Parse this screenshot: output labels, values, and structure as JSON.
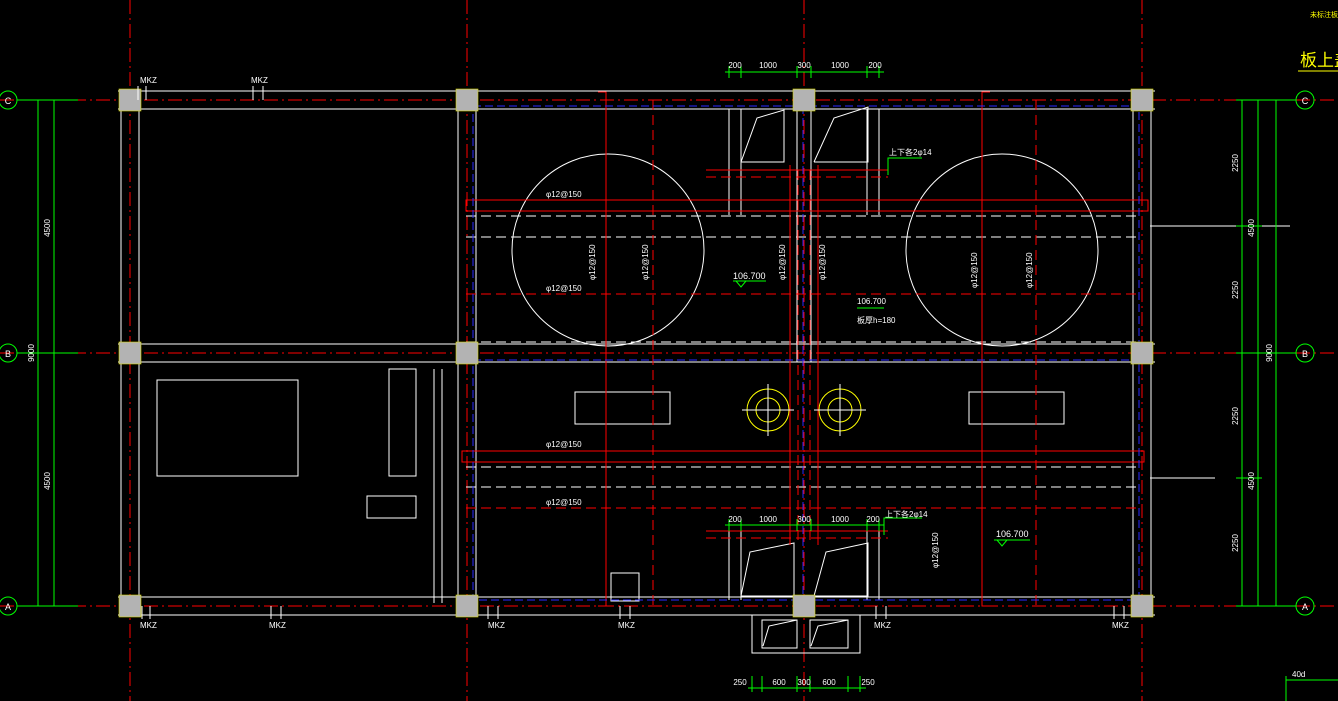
{
  "colors": {
    "background": "#000000",
    "axis": "#ff0000",
    "dimension": "#00ff00",
    "outline": "#ffffff",
    "column": "#b3b3b3",
    "column_edge": "#ffff00",
    "rebar": "#ff0000",
    "blue_dash": "#2222ff",
    "grid_circle": "#00ff00",
    "pipe": "#ffff00",
    "title": "#ffff00"
  },
  "grid": {
    "left_labels": [
      "C",
      "B",
      "A"
    ],
    "right_labels": [
      "C",
      "B",
      "A"
    ]
  },
  "dims": {
    "top_chain": [
      "200",
      "1000",
      "300",
      "1000",
      "200"
    ],
    "mid_chain": [
      "200",
      "1000",
      "300",
      "1000",
      "200"
    ],
    "bottom_chain": [
      "250",
      "600",
      "300",
      "600",
      "250"
    ],
    "left_vertical": [
      "4500",
      "4500",
      "9000"
    ],
    "right_inner": [
      "2250",
      "2250",
      "2250",
      "2250"
    ],
    "right_outer": [
      "4500",
      "4500",
      "9000"
    ]
  },
  "labels": {
    "mkz": "MKZ",
    "rebar_h1": "φ12@150",
    "rebar_h2": "φ12@150",
    "rebar_h3": "φ12@150",
    "rebar_h4": "φ12@150",
    "rebar_v1": "φ12@150",
    "rebar_v2": "φ12@150",
    "rebar_v3": "φ12@150",
    "rebar_v4": "φ12@150",
    "rebar_v5": "φ12@150",
    "rebar_v6": "φ12@150",
    "rebar_v7": "φ12@150",
    "elev_1": "106.700",
    "elev_2": "106.700",
    "elev_3": "106.700",
    "slab_note": "板厚h=180",
    "top_note_1": "上下各2φ14",
    "top_note_2": "上下各2φ14",
    "title_small": "未标注板厚",
    "title_big": "板上盖",
    "scale_tag": "40d"
  }
}
